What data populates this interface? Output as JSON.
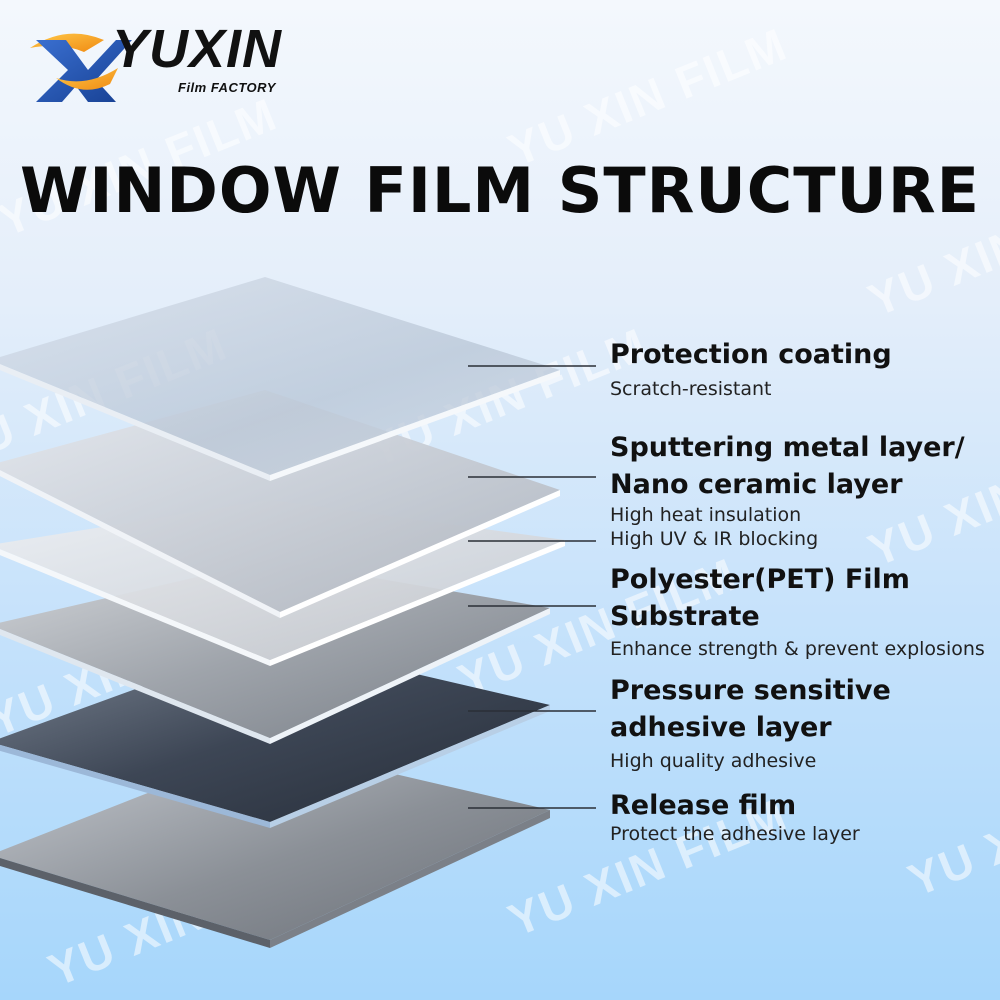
{
  "brand": {
    "name": "YUXIN",
    "tagline": "Film FACTORY"
  },
  "watermark": "YU XIN FILM",
  "title": "WINDOW FILM STRUCTURE",
  "layers": [
    {
      "title_lines": [
        "Protection coating"
      ],
      "descriptions": [
        "Scratch-resistant"
      ]
    },
    {
      "title_lines": [
        "Sputtering metal layer/",
        "Nano ceramic layer"
      ],
      "descriptions": [
        "High heat insulation",
        "High UV & IR blocking"
      ]
    },
    {
      "title_lines": [
        "Polyester(PET) Film",
        "Substrate"
      ],
      "descriptions": [
        "Enhance strength & prevent explosions"
      ]
    },
    {
      "title_lines": [
        "Pressure sensitive",
        "adhesive layer"
      ],
      "descriptions": [
        "High quality adhesive"
      ]
    },
    {
      "title_lines": [
        "Release film"
      ],
      "descriptions": [
        "Protect the adhesive layer"
      ]
    }
  ],
  "colors": {
    "logo_blue": "#1f4fa8",
    "logo_orange": "#f5a623",
    "text": "#111111"
  }
}
